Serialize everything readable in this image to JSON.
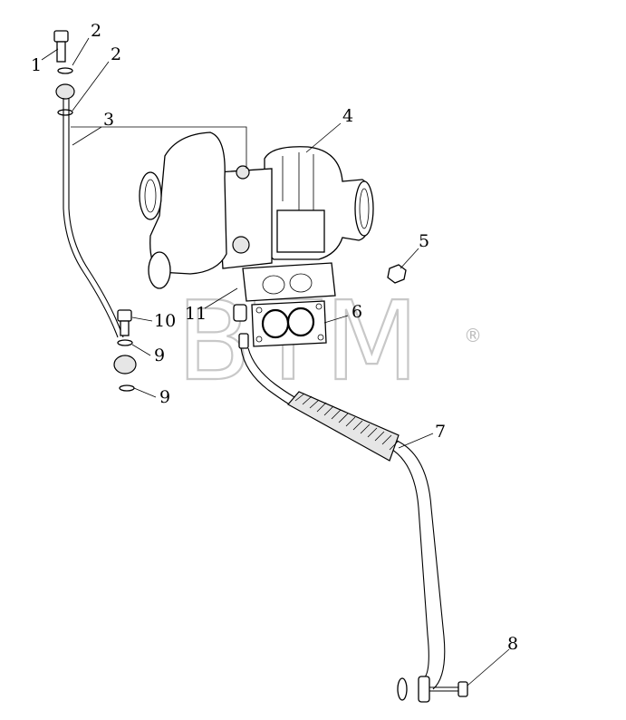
{
  "watermark": {
    "text": "BTM",
    "mark": "®"
  },
  "callouts": [
    {
      "id": "1",
      "label": "1"
    },
    {
      "id": "2a",
      "label": "2"
    },
    {
      "id": "2b",
      "label": "2"
    },
    {
      "id": "3",
      "label": "3"
    },
    {
      "id": "4",
      "label": "4"
    },
    {
      "id": "5",
      "label": "5"
    },
    {
      "id": "6",
      "label": "6"
    },
    {
      "id": "7",
      "label": "7"
    },
    {
      "id": "8",
      "label": "8"
    },
    {
      "id": "9a",
      "label": "9"
    },
    {
      "id": "9b",
      "label": "9"
    },
    {
      "id": "10",
      "label": "10"
    },
    {
      "id": "11",
      "label": "11"
    }
  ]
}
